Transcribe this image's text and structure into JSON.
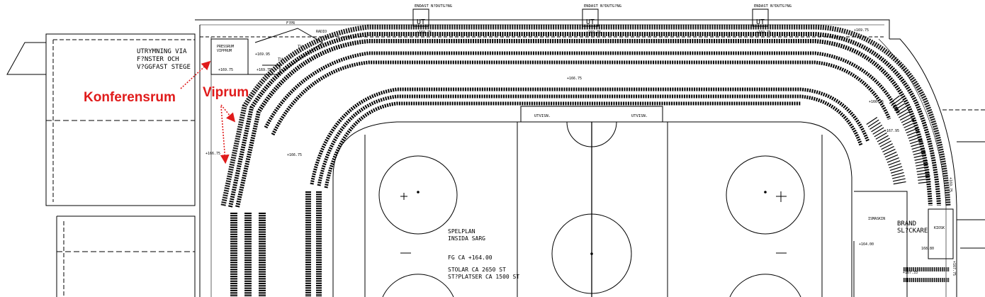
{
  "exits": [
    {
      "label": "ENDAST N?DUTG?NG",
      "door": "UT",
      "level": "+169.75"
    },
    {
      "label": "ENDAST N?DUTG?NG",
      "door": "UT",
      "level": "+169.75"
    },
    {
      "label": "ENDAST N?DUTG?NG",
      "door": "UT",
      "level": "+169.75"
    }
  ],
  "evac_note": [
    "UTRYMNING VIA",
    "F?NSTER OCH",
    "V?GGFAST STEGE"
  ],
  "rooms": {
    "pressrum": [
      "PRESSRUM",
      "VIPPRUM"
    ],
    "fpr": "F?PR",
    "radio": "RADIO",
    "tv1": "TV",
    "tv2": "TV",
    "utvisn_left": "UTVISN.",
    "utvisn_right": "UTVISN.",
    "ismaskin": "ISMASKIN",
    "brand": [
      "BRAND",
      "SL?CKARE"
    ],
    "kiosk": "KIOSK"
  },
  "levels": {
    "press": "+169.75",
    "pressrum_lower": "+169.75",
    "pressrum_upper": "+169.95",
    "top_right": "+169.75",
    "concourse": "+166.75",
    "left_outer": "+166.75",
    "left_inner": "+166.75",
    "right_upper": "+166.75",
    "right_mid": "+167.95",
    "right_floor": "+164.00",
    "kiosk_level": "168.80",
    "right_bottom": "+167.33",
    "right_vertical": "+169.75",
    "right_vertical2": "+167.75"
  },
  "rink": {
    "line1": "SPELPLAN",
    "line2": "INSIDA  SARG",
    "line3": "FG CA +164.00",
    "line4": "STOLAR CA 2650 ST",
    "line5": "ST?PLATSER CA 1500 ST"
  },
  "annotations": {
    "konferensrum": "Konferensrum",
    "viprum": "Viprum",
    "color": "#e01b1b"
  }
}
